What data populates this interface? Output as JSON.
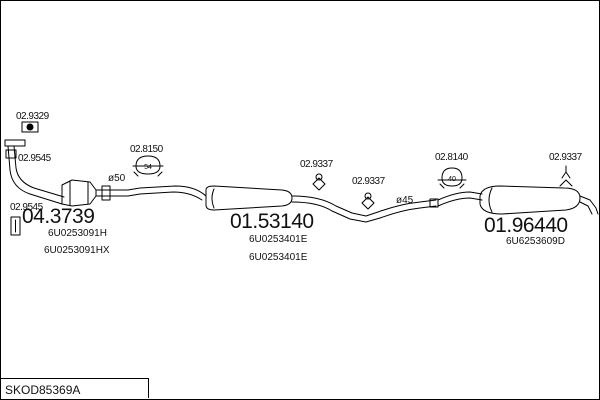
{
  "diagram": {
    "drawing_code": "SKOD85369A",
    "parts": [
      {
        "id": "mount-1",
        "number": "02.9329"
      },
      {
        "id": "gasket-1",
        "number": "02.9545"
      },
      {
        "id": "gasket-2",
        "number": "02.9545"
      },
      {
        "id": "clamp-1",
        "number": "02.8150",
        "badge": "54"
      },
      {
        "id": "mount-2",
        "number": "02.9337"
      },
      {
        "id": "mount-3",
        "number": "02.9337"
      },
      {
        "id": "clamp-2",
        "number": "02.8140",
        "badge": "40"
      },
      {
        "id": "mount-4",
        "number": "02.9337"
      }
    ],
    "assemblies": [
      {
        "id": "catalyst",
        "number": "04.3739",
        "oem": [
          "6U0253091H",
          "6U0253091HX"
        ]
      },
      {
        "id": "middle-silencer",
        "number": "01.53140",
        "oem": [
          "6U0253401E",
          "6U0253401E"
        ]
      },
      {
        "id": "rear-silencer",
        "number": "01.96440",
        "oem": [
          "6U6253609D"
        ]
      }
    ],
    "diameters": [
      {
        "id": "pipe-50",
        "label": "ø50"
      },
      {
        "id": "pipe-45",
        "label": "ø45"
      }
    ]
  }
}
